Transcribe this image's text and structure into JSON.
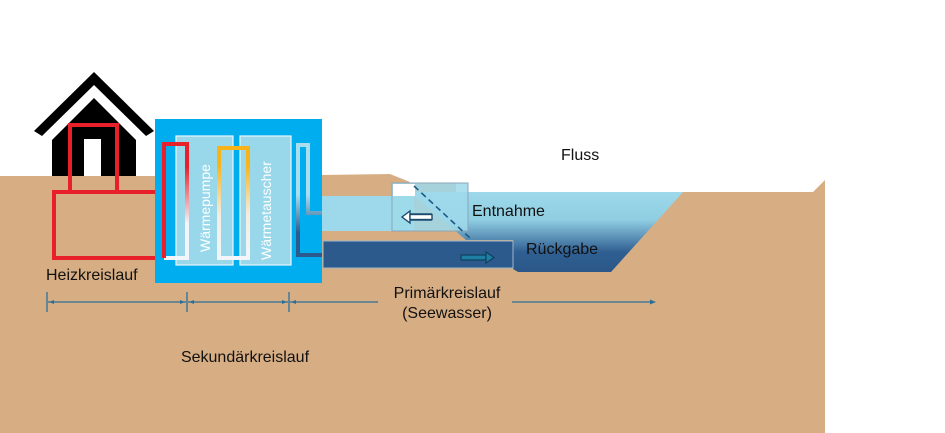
{
  "labels": {
    "river": "Fluss",
    "intake": "Entnahme",
    "return": "Rückgabe",
    "heating_circuit": "Heizkreislauf",
    "secondary_circuit": "Sekundärkreislauf",
    "primary_circuit_line1": "Primärkreislauf",
    "primary_circuit_line2": "(Seewasser)",
    "heat_pump": "Wärmepumpe",
    "heat_exchanger": "Wärmetauscher"
  },
  "colors": {
    "ground": "#d7ae84",
    "unit_box": "#00adef",
    "panel": "#99d8ea",
    "light_water": "#9dd9ea",
    "deep_water": "#2d5a8c",
    "hot_pipe": "#e8202a",
    "warm_pipe": "#f7b318",
    "house": "#000000",
    "dimension_line": "#2b6f99"
  }
}
